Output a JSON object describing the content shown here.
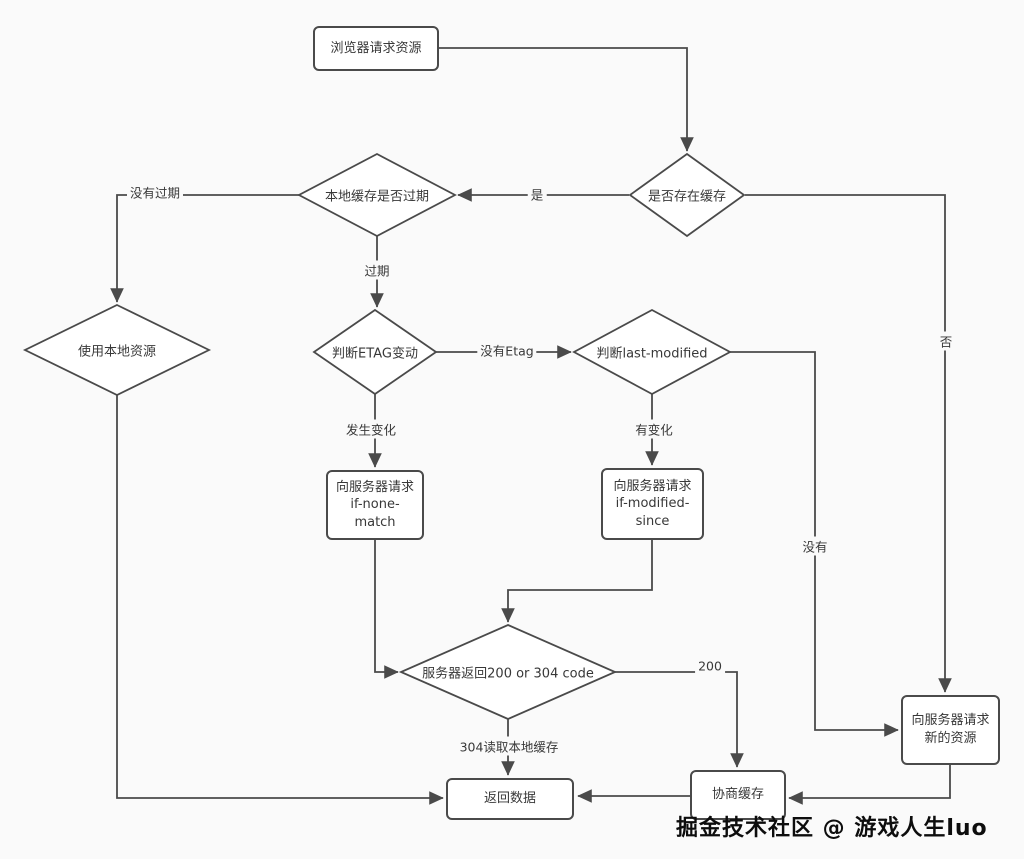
{
  "canvas": {
    "bg": "#fafafa",
    "line_color": "#4a4a4a",
    "node_fill": "#ffffff",
    "text_color": "#383838"
  },
  "nodes": {
    "start": {
      "label": "浏览器请求资源"
    },
    "cache_exists": {
      "label": "是否存在缓存"
    },
    "local_expired": {
      "label": "本地缓存是否过期"
    },
    "use_local": {
      "label": "使用本地资源"
    },
    "etag_check": {
      "label": "判断ETAG变动"
    },
    "last_modified_check": {
      "label": "判断last-modified"
    },
    "req_if_none_match": {
      "lines": [
        "向服务器请求",
        "if-none-",
        "match"
      ]
    },
    "req_if_modified_since": {
      "lines": [
        "向服务器请求",
        "if-modified-",
        "since"
      ]
    },
    "server_return": {
      "label": "服务器返回200 or 304 code"
    },
    "req_new_resource": {
      "lines": [
        "向服务器请求",
        "新的资源"
      ]
    },
    "negotiate_cache": {
      "label": "协商缓存"
    },
    "return_data": {
      "label": "返回数据"
    }
  },
  "edge_labels": {
    "yes": "是",
    "no": "否",
    "not_expired": "没有过期",
    "expired": "过期",
    "no_etag": "没有Etag",
    "changed": "发生变化",
    "has_change": "有变化",
    "none": "没有",
    "code200": "200",
    "code304": "304读取本地缓存"
  },
  "watermark": "掘金技术社区 @ 游戏人生luo"
}
